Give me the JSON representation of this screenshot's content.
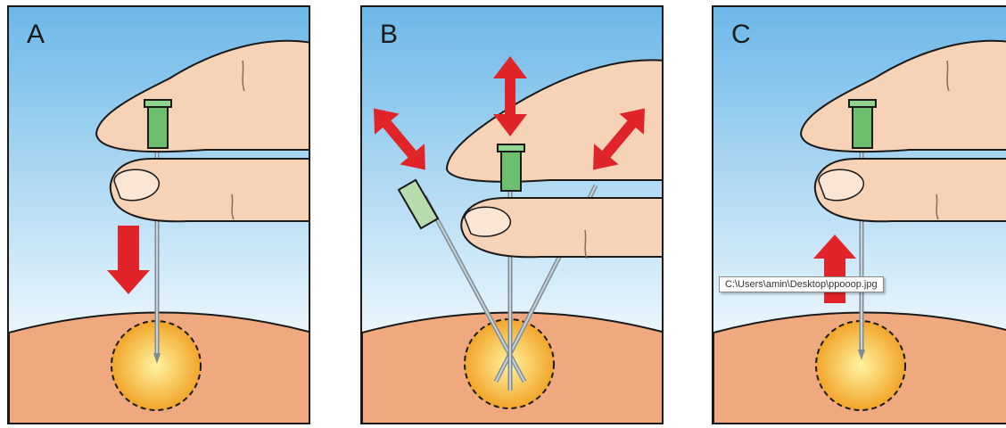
{
  "panels": [
    {
      "label": "A",
      "motion": "needle advanced downward into the lump"
    },
    {
      "label": "B",
      "motion": "needle moved back and forth in multiple directions"
    },
    {
      "label": "C",
      "motion": "needle withdrawn upward"
    }
  ],
  "tooltip": {
    "text": "C:\\Users\\amin\\Desktop\\ppooop.jpg"
  },
  "colors": {
    "sky_top": "#6cb8e8",
    "sky_bottom": "#eef8fd",
    "skin": "#f0a97e",
    "lump": "#f4b43a",
    "arrow": "#e0242a",
    "needle_hub": "#6cbf6c",
    "finger": "#f6d2b6"
  }
}
